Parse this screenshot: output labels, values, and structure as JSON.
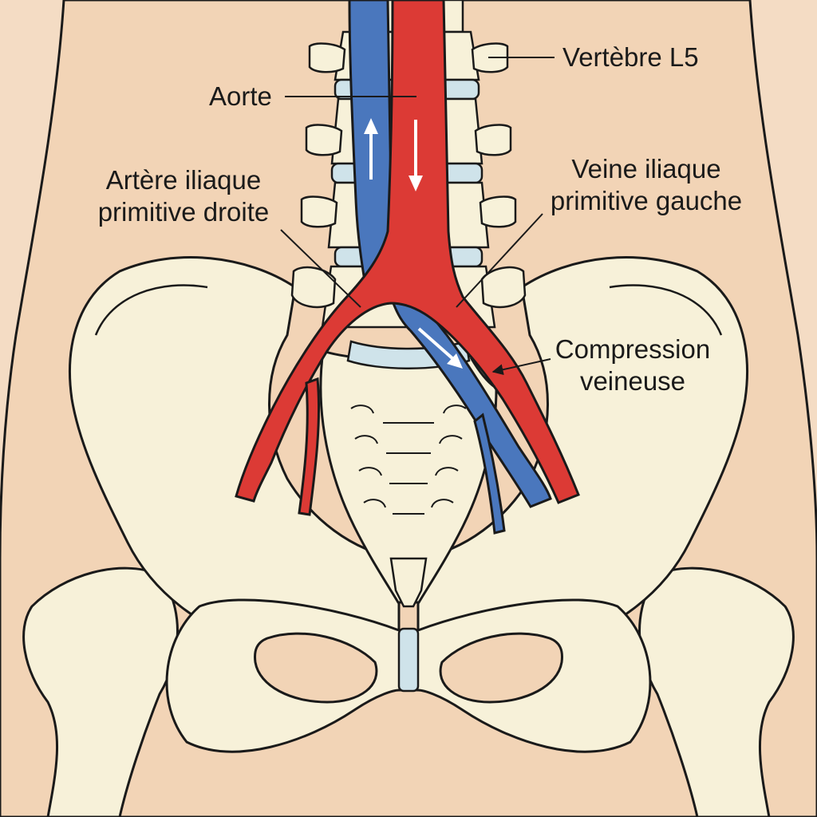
{
  "labels": {
    "aorta": "Aorte",
    "vertebra": "Vertèbre L5",
    "right_artery_line1": "Artère iliaque",
    "right_artery_line2": "primitive droite",
    "left_vein_line1": "Veine iliaque",
    "left_vein_line2": "primitive gauche",
    "compression_line1": "Compression",
    "compression_line2": "veineuse"
  },
  "colors": {
    "skin": "#f4dcc4",
    "bone": "#f7f1d9",
    "disc": "#cfe3ea",
    "artery": "#dc3a35",
    "vein": "#4a77bd",
    "outline": "#1a1a1a"
  }
}
